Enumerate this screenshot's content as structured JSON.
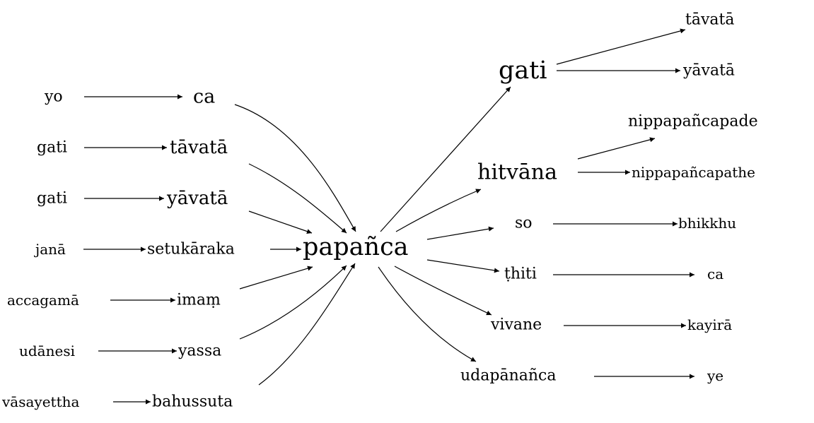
{
  "diagram": {
    "center": {
      "id": "papanca",
      "label": "papañca"
    },
    "nodes": [
      {
        "id": "yo",
        "label": "yo"
      },
      {
        "id": "ca_l",
        "label": "ca"
      },
      {
        "id": "gati_l1",
        "label": "gati"
      },
      {
        "id": "tavata_l",
        "label": "tāvatā"
      },
      {
        "id": "gati_l2",
        "label": "gati"
      },
      {
        "id": "yavata_l",
        "label": "yāvatā"
      },
      {
        "id": "jana",
        "label": "janā"
      },
      {
        "id": "setukaraka",
        "label": "setukāraka"
      },
      {
        "id": "accagama",
        "label": "accagamā"
      },
      {
        "id": "imam",
        "label": "imaṃ"
      },
      {
        "id": "udanesi",
        "label": "udānesi"
      },
      {
        "id": "yassa",
        "label": "yassa"
      },
      {
        "id": "vasayettha",
        "label": "vāsayettha"
      },
      {
        "id": "bahussuta",
        "label": "bahussuta"
      },
      {
        "id": "papanca",
        "label": "papañca"
      },
      {
        "id": "gati_r",
        "label": "gati"
      },
      {
        "id": "tavata_r",
        "label": "tāvatā"
      },
      {
        "id": "yavata_r",
        "label": "yāvatā"
      },
      {
        "id": "hitvana",
        "label": "hitvāna"
      },
      {
        "id": "nippapancapade",
        "label": "nippapañcapade"
      },
      {
        "id": "nippapancapathe",
        "label": "nippapañcapathe"
      },
      {
        "id": "so",
        "label": "so"
      },
      {
        "id": "bhikkhu",
        "label": "bhikkhu"
      },
      {
        "id": "thiti",
        "label": "ṭhiti"
      },
      {
        "id": "ca_r",
        "label": "ca"
      },
      {
        "id": "vivane",
        "label": "vivane"
      },
      {
        "id": "kayira",
        "label": "kayirā"
      },
      {
        "id": "udapananca",
        "label": "udapānañca"
      },
      {
        "id": "ye",
        "label": "ye"
      }
    ],
    "edges": [
      {
        "from": "yo",
        "to": "ca_l"
      },
      {
        "from": "gati_l1",
        "to": "tavata_l"
      },
      {
        "from": "gati_l2",
        "to": "yavata_l"
      },
      {
        "from": "jana",
        "to": "setukaraka"
      },
      {
        "from": "setukaraka",
        "to": "papanca"
      },
      {
        "from": "accagama",
        "to": "imam"
      },
      {
        "from": "udanesi",
        "to": "yassa"
      },
      {
        "from": "vasayettha",
        "to": "bahussuta"
      },
      {
        "from": "ca_l",
        "to": "papanca"
      },
      {
        "from": "tavata_l",
        "to": "papanca"
      },
      {
        "from": "yavata_l",
        "to": "papanca"
      },
      {
        "from": "imam",
        "to": "papanca"
      },
      {
        "from": "yassa",
        "to": "papanca"
      },
      {
        "from": "bahussuta",
        "to": "papanca"
      },
      {
        "from": "papanca",
        "to": "gati_r"
      },
      {
        "from": "papanca",
        "to": "hitvana"
      },
      {
        "from": "papanca",
        "to": "so"
      },
      {
        "from": "papanca",
        "to": "thiti"
      },
      {
        "from": "papanca",
        "to": "vivane"
      },
      {
        "from": "papanca",
        "to": "udapananca"
      },
      {
        "from": "gati_r",
        "to": "tavata_r"
      },
      {
        "from": "gati_r",
        "to": "yavata_r"
      },
      {
        "from": "hitvana",
        "to": "nippapancapade"
      },
      {
        "from": "hitvana",
        "to": "nippapancapathe"
      },
      {
        "from": "so",
        "to": "bhikkhu"
      },
      {
        "from": "thiti",
        "to": "ca_r"
      },
      {
        "from": "vivane",
        "to": "kayira"
      },
      {
        "from": "udapananca",
        "to": "ye"
      }
    ]
  }
}
